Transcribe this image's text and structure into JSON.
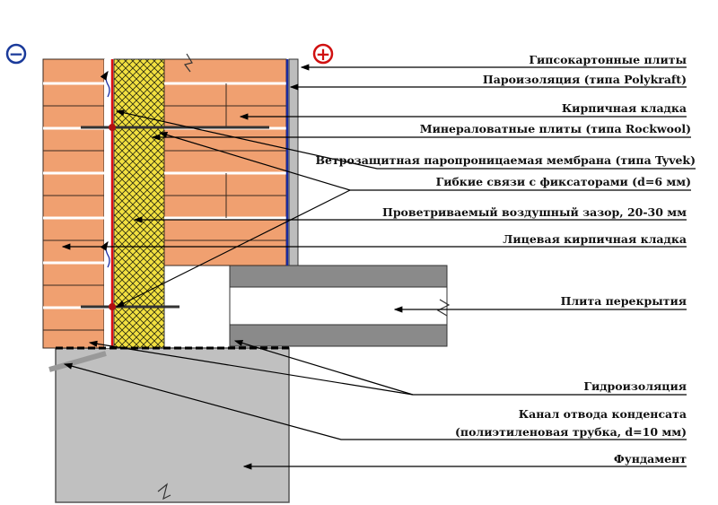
{
  "signs": {
    "minus": "−",
    "plus": "+"
  },
  "colors": {
    "brick": "#f0a070",
    "brick_mortar": "#ffffff",
    "brick_outline": "#3a2a20",
    "insulation": "#f2e040",
    "insulation_mesh": "#2a2a10",
    "membrane": "#e01010",
    "vapor_barrier": "#1a2aa0",
    "drywall": "#bdbdbd",
    "slab_edge": "#8a8a8a",
    "foundation": "#c0c0c0",
    "minus_sign": "#1a3a9a",
    "plus_sign": "#d01010",
    "leader": "#000000"
  },
  "labels": [
    {
      "id": "drywall",
      "text": "Гипсокартонные плиты"
    },
    {
      "id": "vapor",
      "text": "Пароизоляция (типа Polykraft)"
    },
    {
      "id": "brick",
      "text": "Кирпичная кладка"
    },
    {
      "id": "mineral",
      "text": "Минераловатные плиты (типа Rockwool)"
    },
    {
      "id": "membrane",
      "text": "Ветрозащитная паропроницаемая мембрана (типа Tyvek)"
    },
    {
      "id": "ties",
      "text": "Гибкие связи с фиксаторами (d=6 мм)"
    },
    {
      "id": "airgap",
      "text": "Проветриваемый воздушный зазор, 20-30 мм"
    },
    {
      "id": "facing",
      "text": "Лицевая кирпичная кладка"
    },
    {
      "id": "slab",
      "text": "Плита перекрытия"
    },
    {
      "id": "waterproof",
      "text": "Гидроизоляция"
    },
    {
      "id": "channel1",
      "text": "Канал отвода конденсата"
    },
    {
      "id": "channel2",
      "text": "(полиэтиленовая трубка, d=10 мм)"
    },
    {
      "id": "foundation",
      "text": "Фундамент"
    }
  ]
}
